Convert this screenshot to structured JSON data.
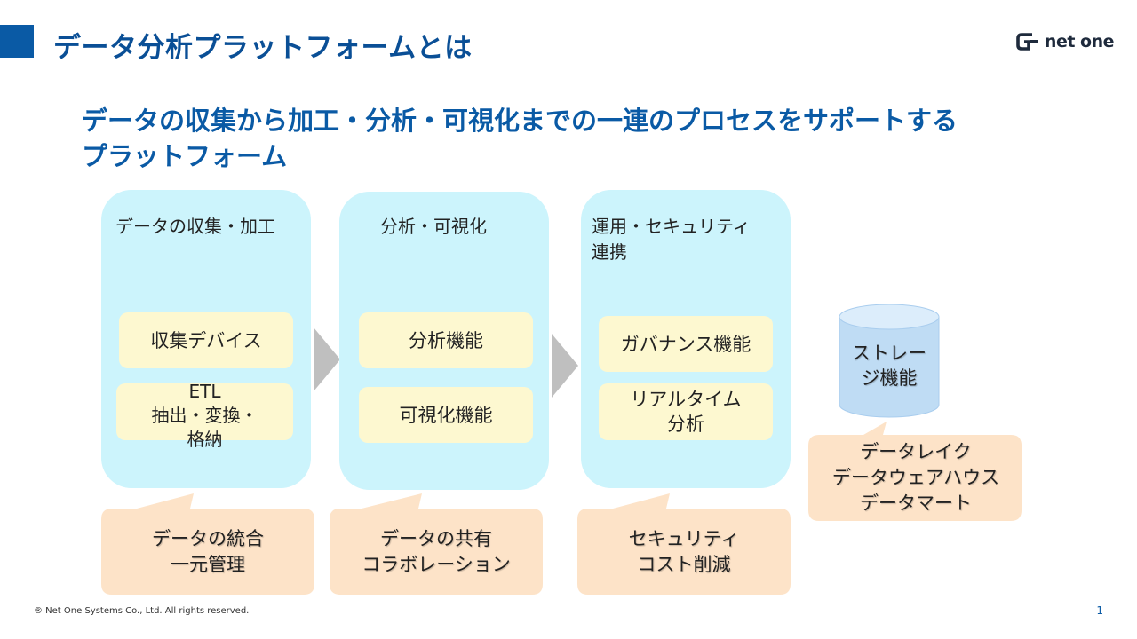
{
  "header": {
    "title": "データ分析プラットフォームとは",
    "logo_text": "net one"
  },
  "subtitle": {
    "line1": "データの収集から加工・分析・可視化までの一連のプロセスをサポートする",
    "line2": "プラットフォーム"
  },
  "stages": [
    {
      "title": "データの収集・加工",
      "items": [
        "収集デバイス",
        "ETL\n抽出・変換・\n格納"
      ],
      "benefit": "データの統合\n一元管理"
    },
    {
      "title": "分析・可視化",
      "items": [
        "分析機能",
        "可視化機能"
      ],
      "benefit": "データの共有\nコラボレーション"
    },
    {
      "title": "運用・セキュリティ\n連携",
      "items": [
        "ガバナンス機能",
        "リアルタイム\n分析"
      ],
      "benefit": "セキュリティ\nコスト削減"
    }
  ],
  "storage": {
    "label": "ストレー\nジ機能",
    "callout": "データレイク\nデータウェアハウス\nデータマート"
  },
  "colors": {
    "title_blue": "#0a4f96",
    "panel_fill": "#ccf4fc",
    "item_fill": "#fdf8d0",
    "callout_fill": "#fde3c8",
    "cylinder_fill": "#bfdcf4",
    "arrow_gray": "#bfbfbf"
  },
  "footer": {
    "copyright": "® Net One Systems Co., Ltd. All rights reserved.",
    "page_number": "1"
  }
}
